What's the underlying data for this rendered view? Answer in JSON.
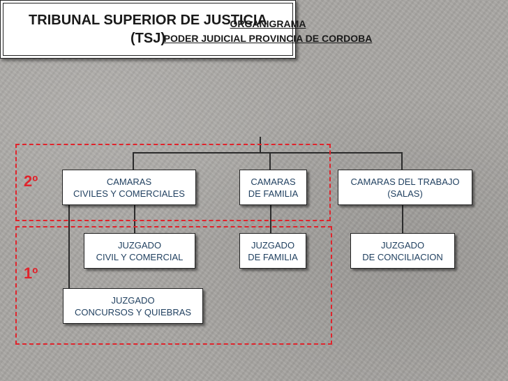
{
  "header": {
    "title": "ORGANIGRAMA",
    "subtitle": "PODER JUDICIAL PROVINCIA DE CORDOBA"
  },
  "top": {
    "line1": "TRIBUNAL SUPERIOR DE JUSTICIA",
    "line2": "(TSJ)"
  },
  "levels": {
    "second": "2º",
    "first": "1º"
  },
  "camaras": {
    "civiles": {
      "line1": "CAMARAS",
      "line2": "CIVILES Y COMERCIALES"
    },
    "familia": {
      "line1": "CAMARAS",
      "line2": "DE FAMILIA"
    },
    "trabajo": {
      "line1": "CAMARAS DEL TRABAJO",
      "line2": "(SALAS)"
    }
  },
  "juzgados": {
    "civil": {
      "line1": "JUZGADO",
      "line2": "CIVIL Y COMERCIAL"
    },
    "familia": {
      "line1": "JUZGADO",
      "line2": "DE FAMILIA"
    },
    "conciliacion": {
      "line1": "JUZGADO",
      "line2": "DE CONCILIACION"
    },
    "concursos": {
      "line1": "JUZGADO",
      "line2": "CONCURSOS Y QUIEBRAS"
    }
  },
  "colors": {
    "dashed": "#e0242c",
    "text": "#1f3f5f",
    "background": "#a9a7a4"
  }
}
